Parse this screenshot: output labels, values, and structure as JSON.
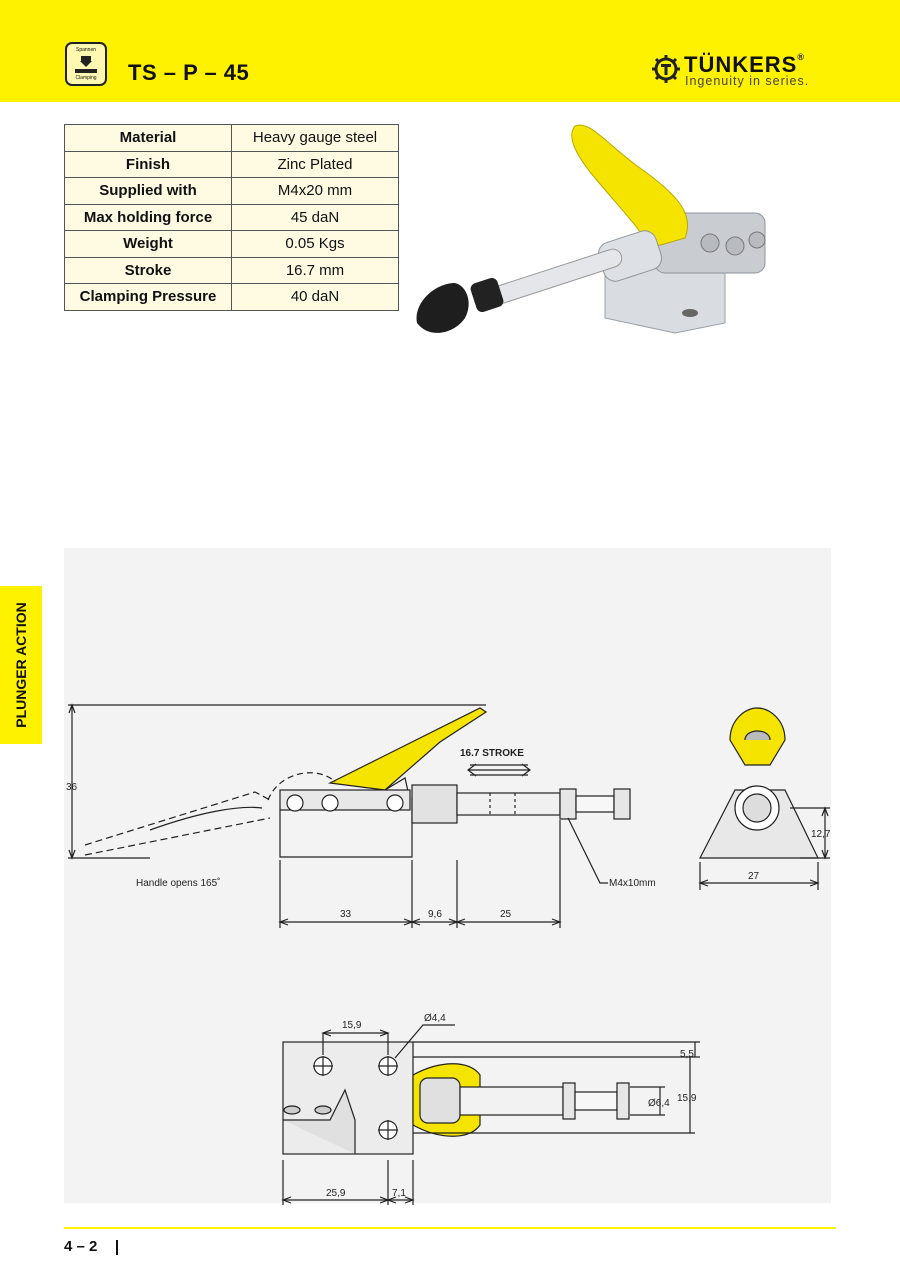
{
  "header": {
    "badge_top": "Spannen",
    "badge_bottom": "Clamping",
    "title": "TS – P – 45",
    "brand_name": "TÜNKERS",
    "brand_reg": "®",
    "brand_tagline": "Ingenuity in series."
  },
  "specs": [
    {
      "label": "Material",
      "value": "Heavy gauge steel"
    },
    {
      "label": "Finish",
      "value": "Zinc Plated"
    },
    {
      "label": "Supplied with",
      "value": "M4x20 mm"
    },
    {
      "label": "Max holding force",
      "value": "45 daN"
    },
    {
      "label": "Weight",
      "value": "0.05 Kgs"
    },
    {
      "label": "Stroke",
      "value": "16.7 mm"
    },
    {
      "label": "Clamping Pressure",
      "value": "40 daN"
    }
  ],
  "side_tab": "PLUNGER ACTION",
  "drawing": {
    "stroke_label": "16.7 STROKE",
    "height_36": "36",
    "handle_note": "Handle opens 165˚",
    "thread_label": "M4x10mm",
    "dim_33": "33",
    "dim_9_6": "9,6",
    "dim_25": "25",
    "dim_27": "27",
    "dim_12_7": "12,7",
    "dim_15_9_top": "15,9",
    "dim_hole": "Ø4,4",
    "dim_5_5": "5,5",
    "dim_6_4": "Ø6,4",
    "dim_15_9_right": "15,9",
    "dim_25_9": "25,9",
    "dim_7_1": "7,1"
  },
  "footer": {
    "page_number": "4 – 2"
  },
  "colors": {
    "accent_yellow": "#fff200",
    "table_fill": "#fffbe3",
    "handle_yellow": "#f5e400"
  }
}
